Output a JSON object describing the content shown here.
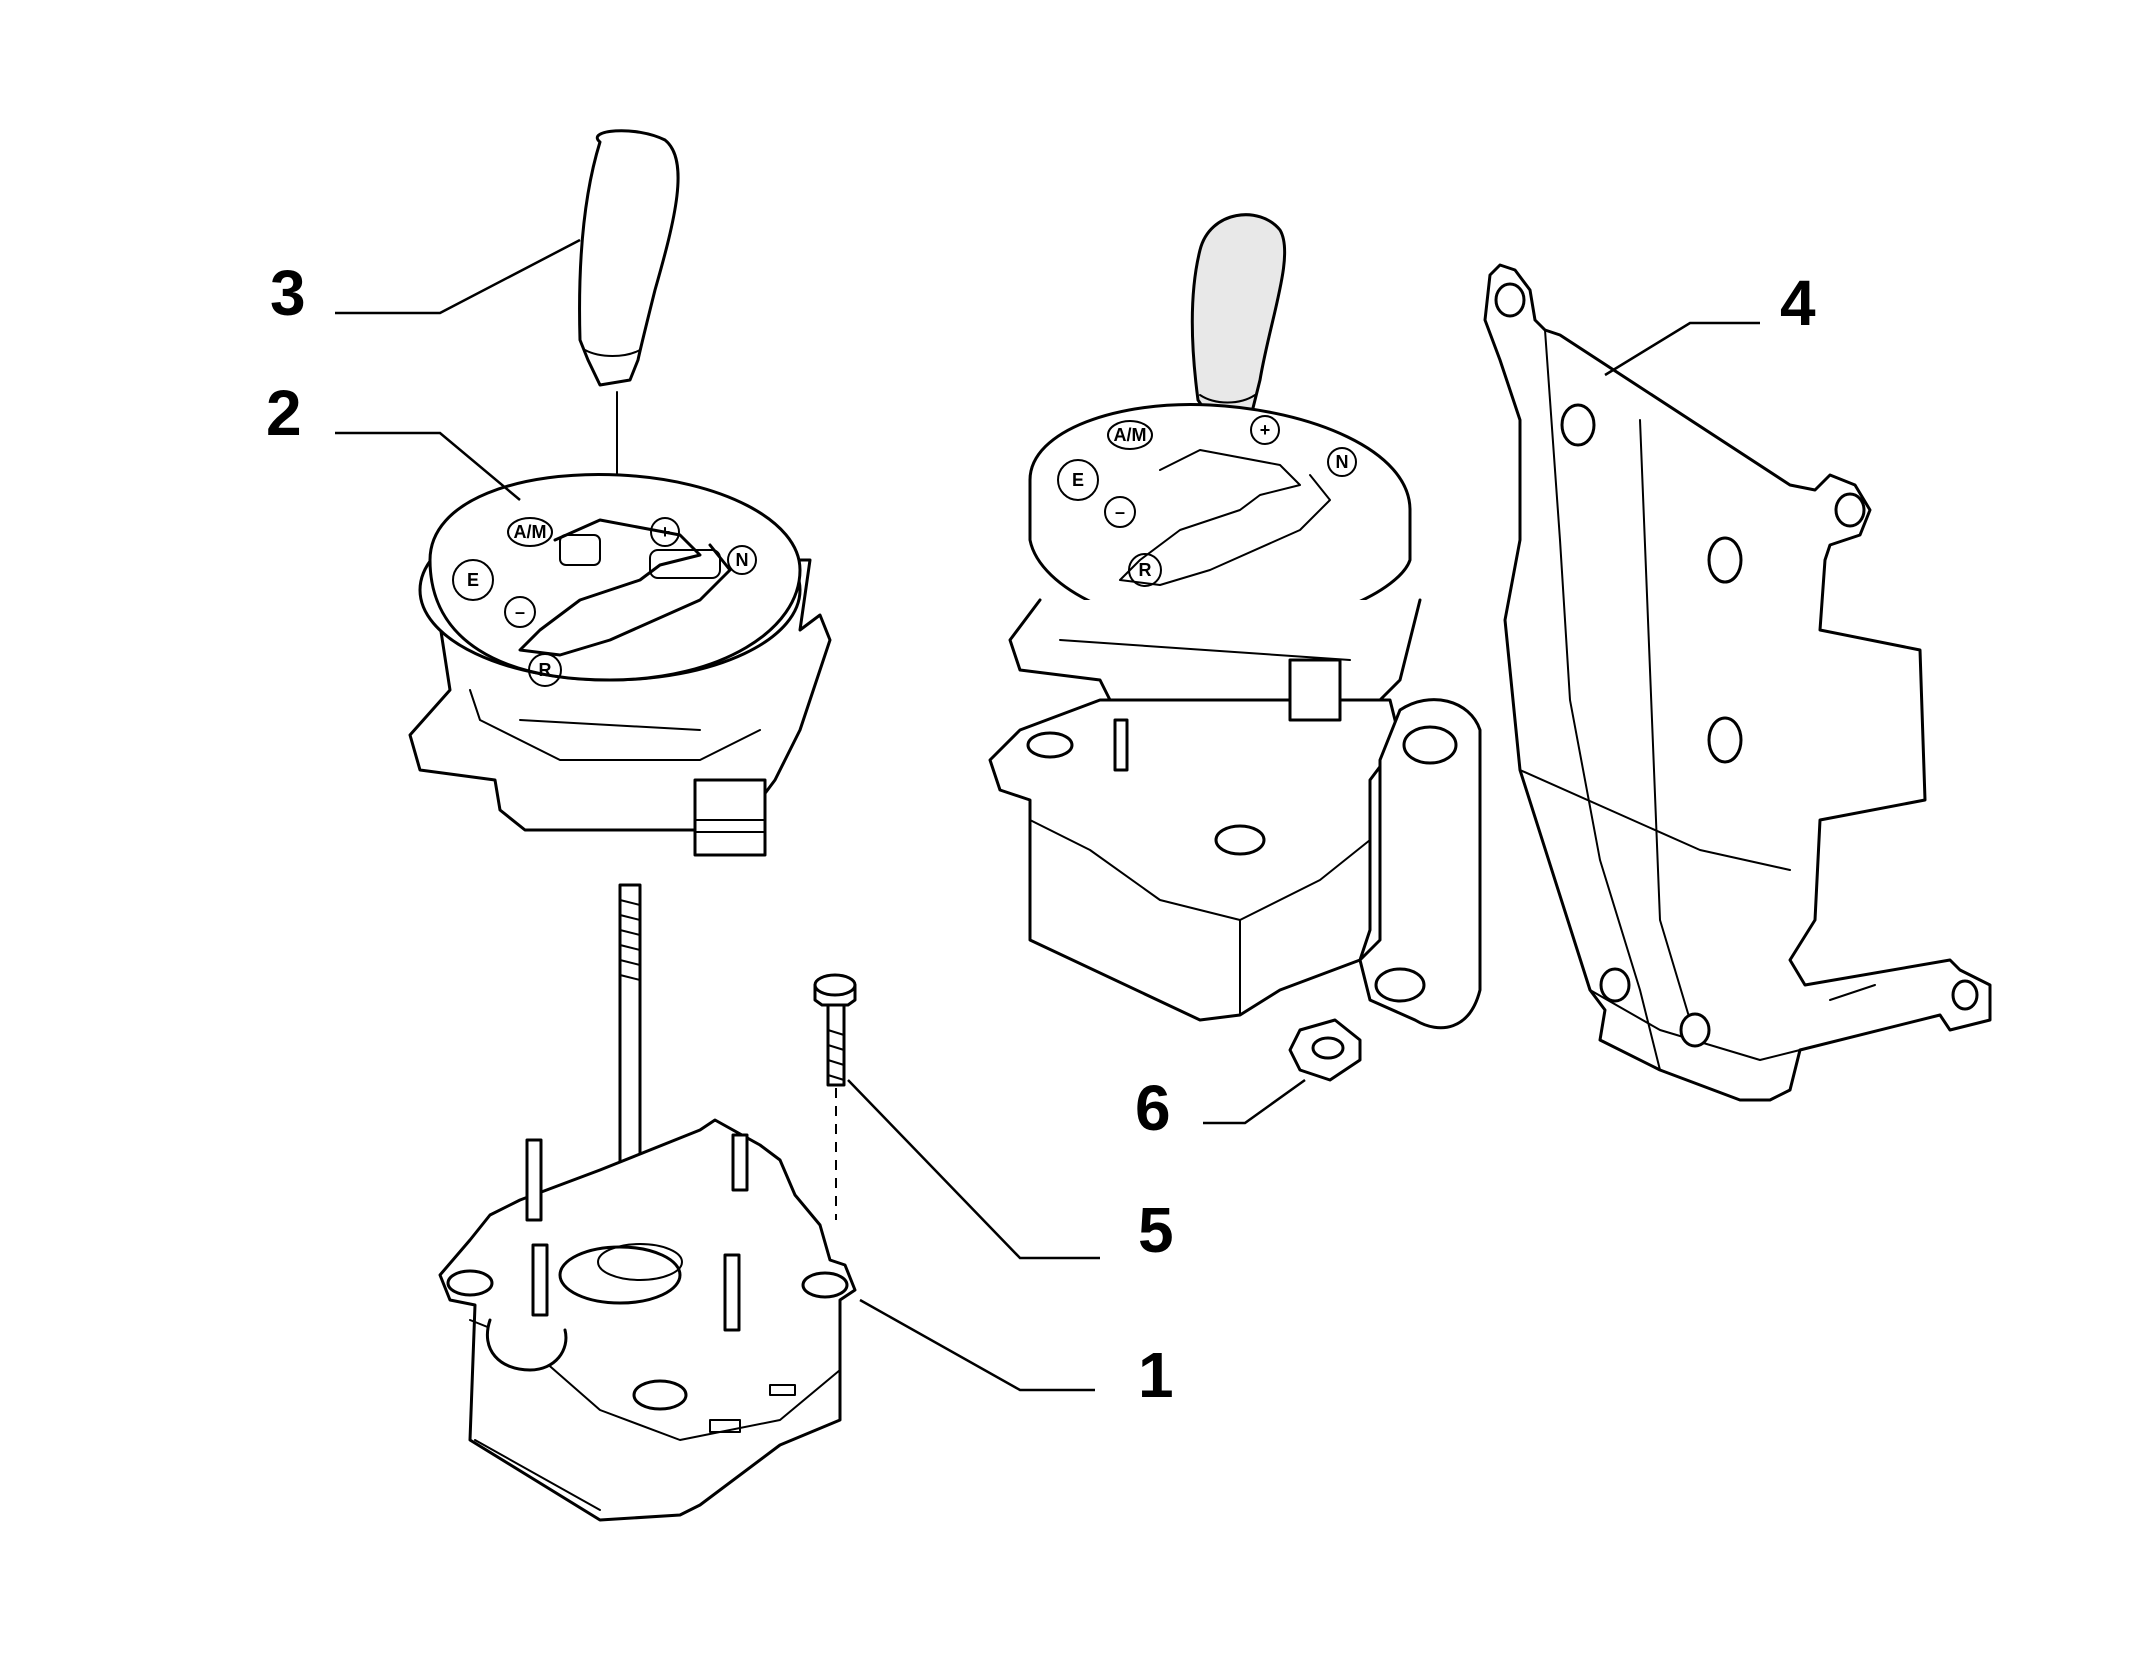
{
  "colors": {
    "line": "#000000",
    "background": "#ffffff",
    "shade": "#e8e8e8"
  },
  "callouts": [
    "1",
    "2",
    "3",
    "4",
    "5",
    "6"
  ],
  "gate_symbols": {
    "am": "A/M",
    "plus": "+",
    "minus": "–",
    "economy": "E",
    "neutral": "N",
    "reverse": "R"
  }
}
